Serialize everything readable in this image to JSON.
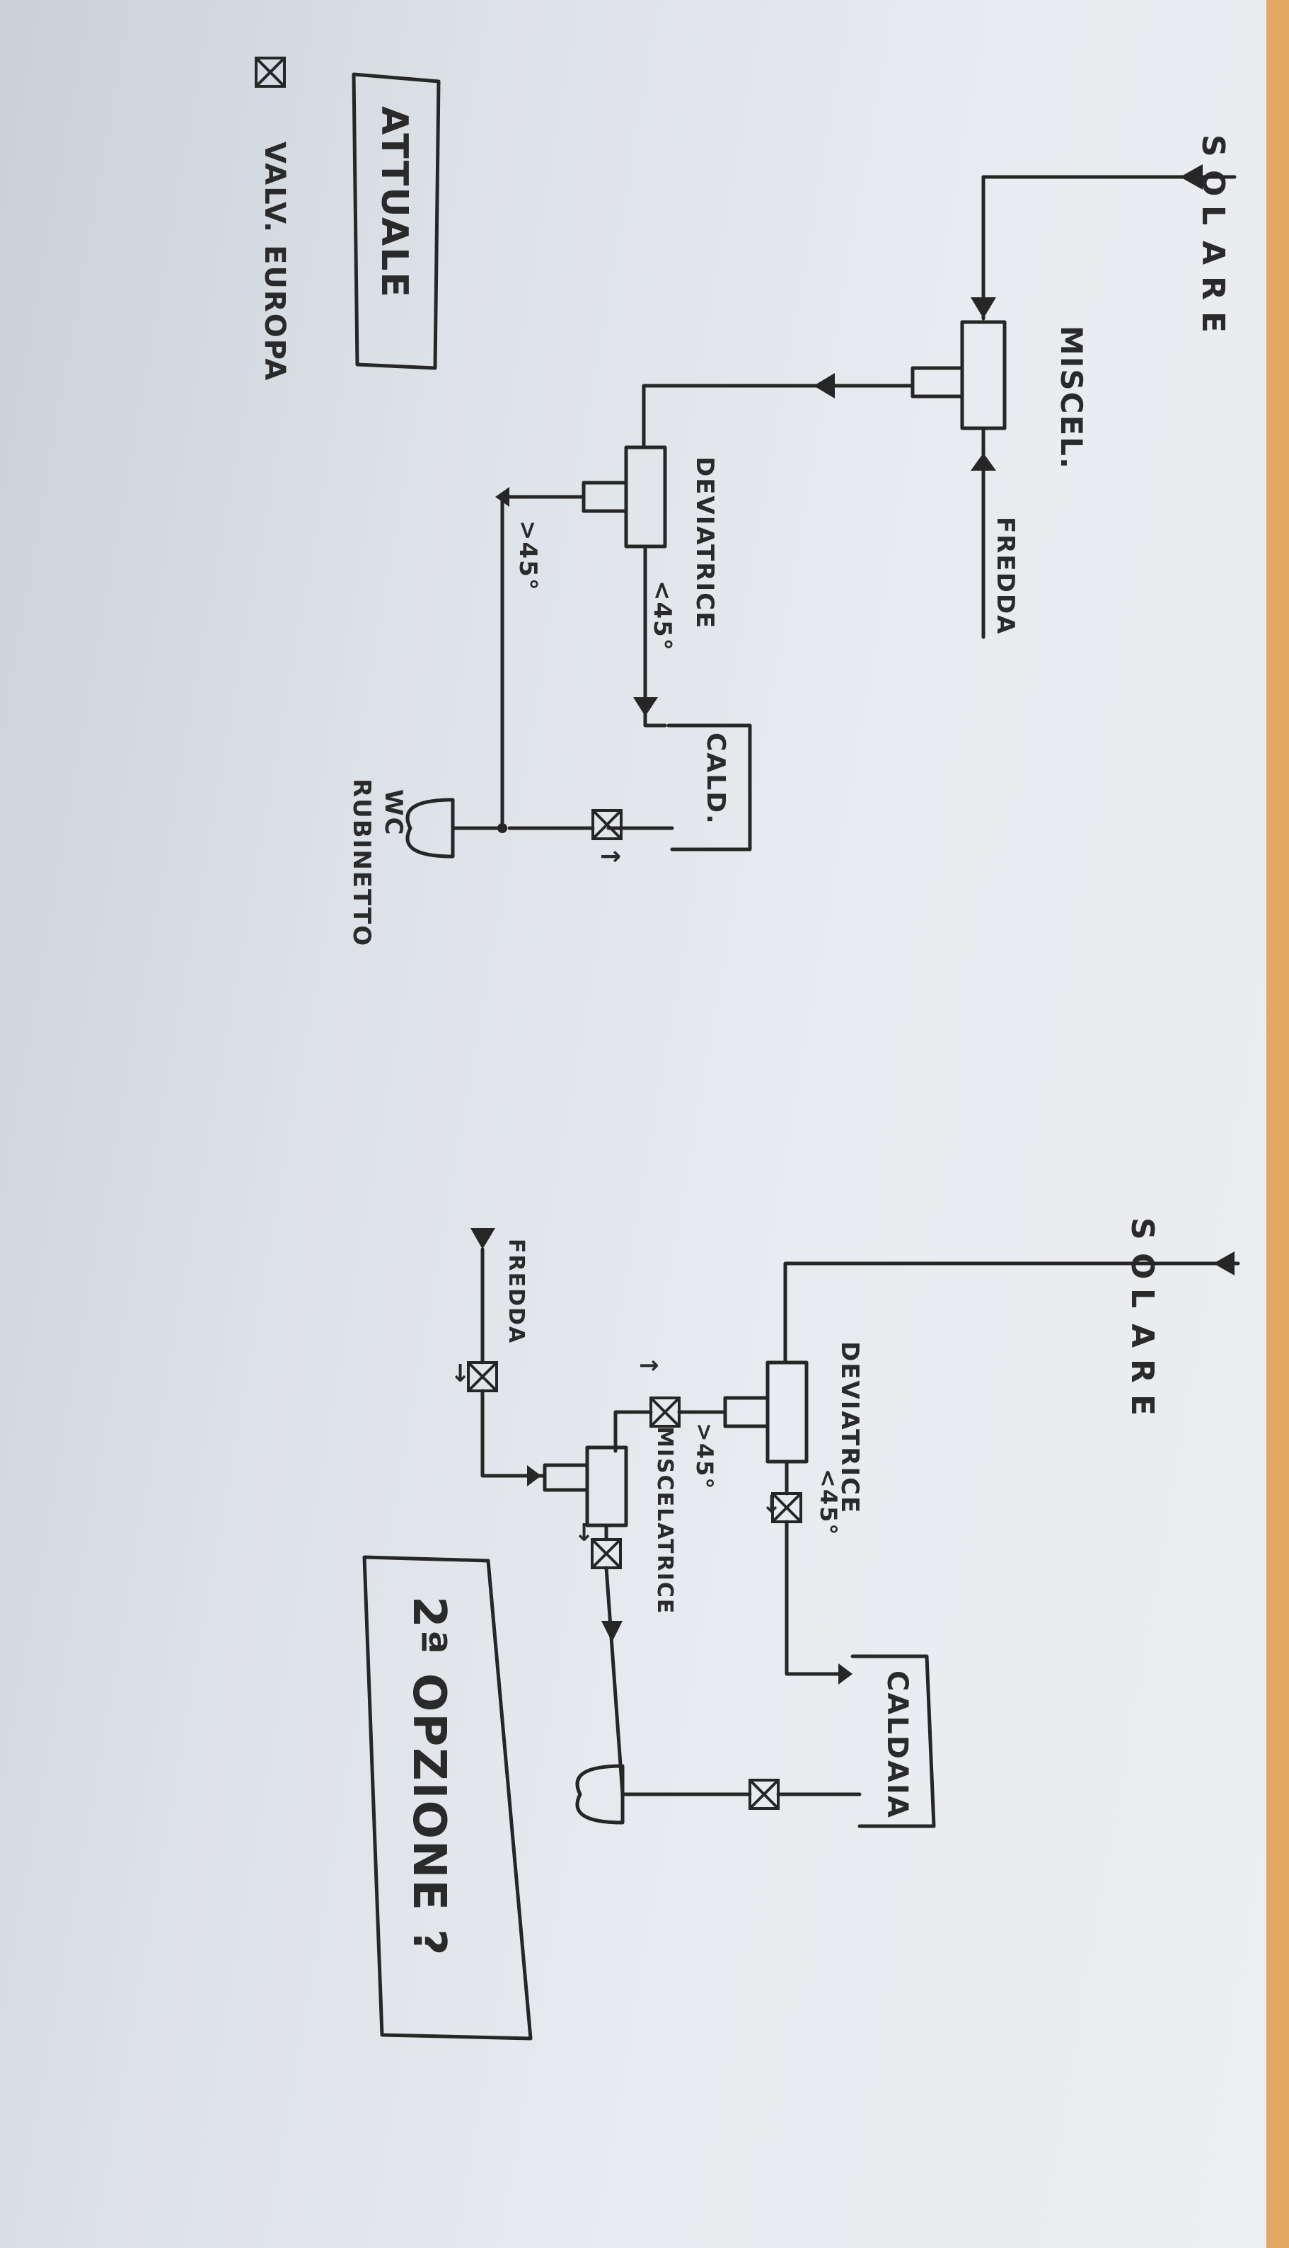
{
  "diagram_top": {
    "solare_letters": [
      "S",
      "O",
      "L",
      "A",
      "R",
      "E"
    ],
    "miscel": "MISCEL.",
    "fredda": "FREDDA",
    "deviatrice": "DEVIATRICE",
    "lt45": "<45°",
    "gt45": ">45°",
    "caldaia": "CALD.",
    "rubinetto_wc": "WC",
    "rubinetto": "RUBINETTO",
    "attuale": "ATTUALE",
    "legend": "VALV. EUROPA"
  },
  "diagram_bottom": {
    "solare_letters": [
      "S",
      "O",
      "L",
      "A",
      "R",
      "E"
    ],
    "deviatrice": "DEVIATRICE",
    "lt45": "<45°",
    "gt45": ">45°",
    "fredda": "FREDDA",
    "miscelatrice": "MISCELATRICE",
    "caldaia": "CALDAIA",
    "opzione": "2ª OPZIONE ?"
  },
  "colors": {
    "ink": "#262626",
    "paper": "#e6e9ed",
    "desk": "#e2a860"
  }
}
